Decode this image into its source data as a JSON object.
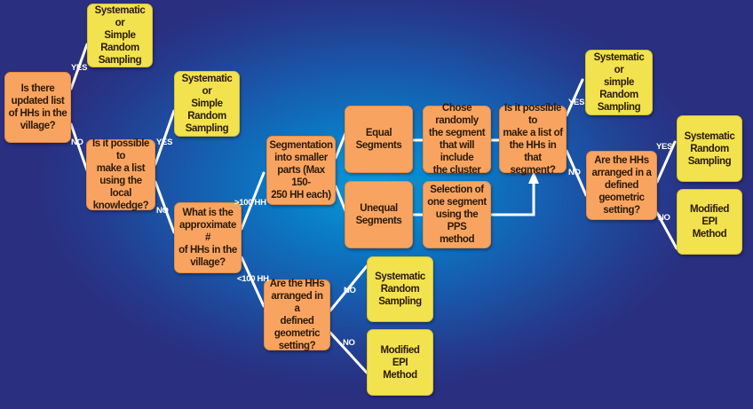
{
  "diagram": {
    "colors": {
      "question_box": "#f8a460",
      "answer_box": "#f2e24e",
      "connector": "#ffffff",
      "background_center": "#0a9ad8",
      "background_edge": "#2a2f80"
    },
    "nodes": {
      "q_updated_list": "Is there\nupdated list\nof HHs in the\nvillage?",
      "a_top_sampling": "Systematic or\nSimple\nRandom\nSampling",
      "q_local_knowledge": "Is it possible to\nmake a list\nusing the local\nknowledge?",
      "a_local_sampling": "Systematic or\nSimple\nRandom\nSampling",
      "q_approx_hh": "What is the\napproximate #\nof HHs in the\nvillage?",
      "q_geometric_small": "Are the HHs\narranged in a\ndefined\ngeometric\nsetting?",
      "a_small_systematic": "Systematic\nRandom\nSampling",
      "a_small_epi": "Modified\nEPI\nMethod",
      "p_segmentation": "Segmentation\ninto smaller\nparts (Max 150-\n250 HH each)",
      "p_equal": "Equal\nSegments",
      "p_unequal": "Unequal\nSegments",
      "p_chose_random": "Chose randomly\nthe segment\nthat will include\nthe cluster",
      "p_pps": "Selection of\none segment\nusing the PPS\nmethod",
      "q_segment_list": "Is it possible to\nmake a list of\nthe HHs in that\nsegment?",
      "a_segment_sampling": "Systematic or\nsimple Random\nSampling",
      "q_geometric_segment": "Are the HHs\narranged in a\ndefined\ngeometric\nsetting?",
      "a_segment_systematic": "Systematic\nRandom\nSampling",
      "a_segment_epi": "Modified\nEPI\nMethod"
    },
    "edge_labels": {
      "yes_1": "YES",
      "no_1": "NO",
      "yes_2": "YES",
      "no_2": "NO",
      "gt100": ">100 HH",
      "lt100": "<100 HH",
      "no_3a": "NO",
      "no_3b": "NO",
      "yes_4": "YES",
      "no_4": "NO",
      "yes_5": "YES",
      "no_5": "NO"
    }
  }
}
